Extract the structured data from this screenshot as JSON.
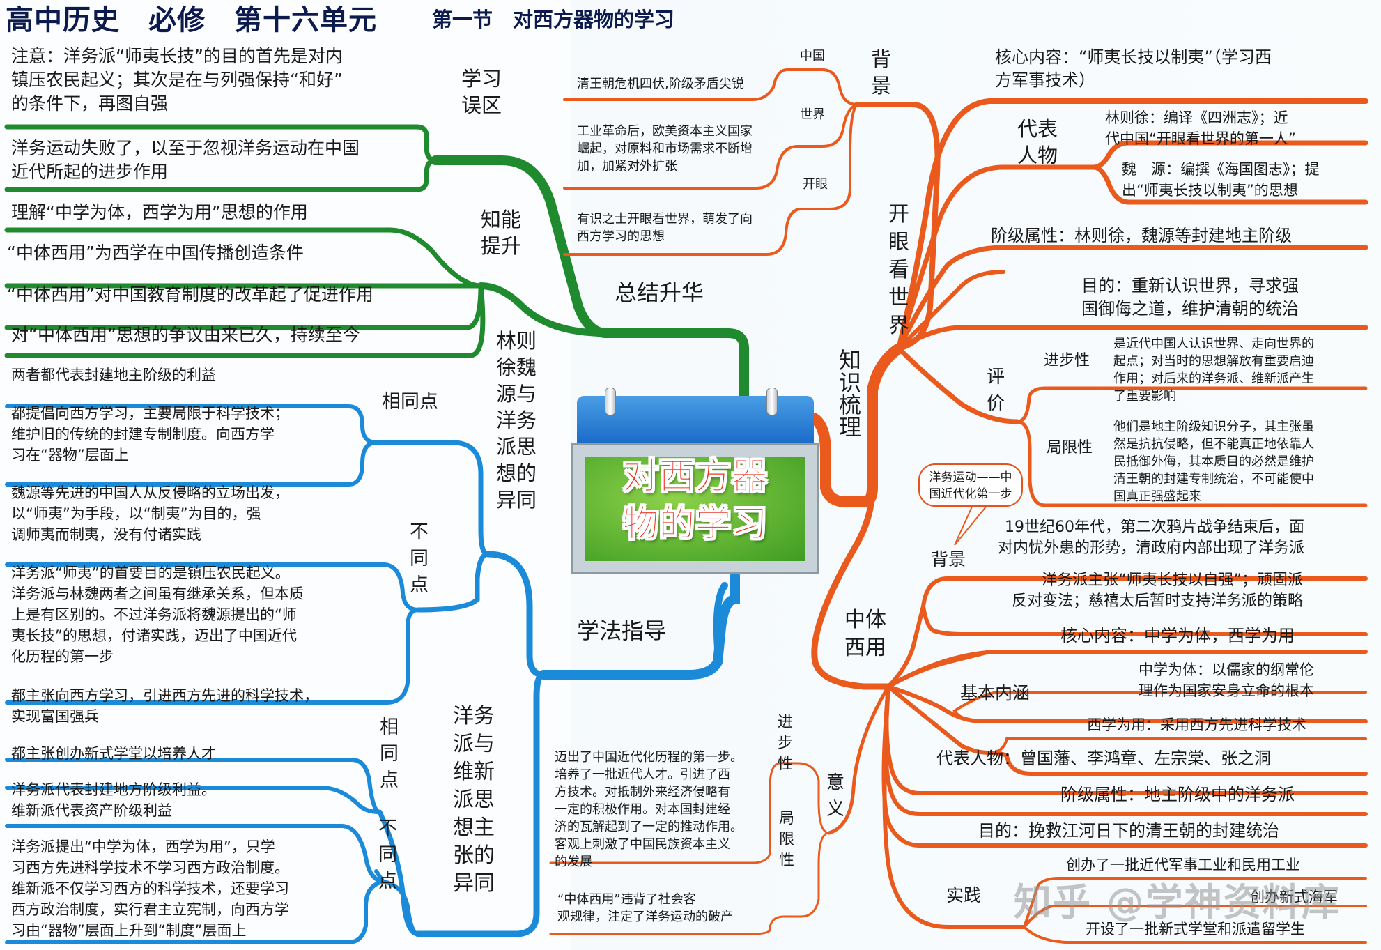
{
  "header": {
    "title_main": "高中历史　必修　第十六单元",
    "title_sub": "第一节　对西方器物的学习"
  },
  "center": {
    "topic_line1": "对西方器",
    "topic_line2": "物的学习"
  },
  "branches": {
    "summary": "总结升华",
    "method": "学法指导",
    "knowledge": "知识梳理"
  },
  "summary_branch": {
    "pitfall_label": "学习\n误区",
    "pitfall_items": [
      "注意：洋务派“师夷长技”的目的首先是对内\n镇压农民起义；其次是在与列强保持“和好”\n的条件下，再图自强",
      "洋务运动失败了，以至于忽视洋务运动在中国\n近代所起的进步作用"
    ],
    "ability_label": "知能\n提升",
    "ability_items": [
      "理解“中学为体，西学为用”思想的作用",
      "“中体西用”为西学在中国传播创造条件",
      "“中体西用”对中国教育制度的改革起了促进作用",
      "对“中体西用”思想的争议由来已久，持续至今"
    ]
  },
  "method_branch": {
    "compare1_label": "林则\n徐魏\n源与\n洋务\n派思\n想的\n异同",
    "compare1_same_label": "相同点",
    "compare1_same_items": [
      "两者都代表封建地主阶级的利益",
      "都提倡向西方学习，主要局限于科学技术；\n维护旧的传统的封建专制制度。向西方学\n习在“器物”层面上"
    ],
    "compare1_diff_label": "不\n同\n点",
    "compare1_diff_items": [
      "魏源等先进的中国人从反侵略的立场出发，\n以“师夷”为手段，以“制夷”为目的，强\n调师夷而制夷，没有付诸实践",
      "洋务派“师夷”的首要目的是镇压农民起义。\n洋务派与林魏两者之间虽有继承关系，但本质\n上是有区别的。不过洋务派将魏源提出的“师\n夷长技”的思想，付诸实践，迈出了中国近代\n化历程的第一步"
    ],
    "compare2_label": "洋务\n派与\n维新\n派思\n想主\n张的\n异同",
    "compare2_same_label": "相\n同\n点",
    "compare2_same_items": [
      "都主张向西方学习，引进西方先进的科学技术，\n实现富国强兵",
      "都主张创办新式学堂以培养人才"
    ],
    "compare2_diff_label": "不\n同\n点",
    "compare2_diff_items": [
      "洋务派代表封建地方阶级利益。\n维新派代表资产阶级利益",
      "洋务派提出“中学为体，西学为用”，只学\n习西方先进科学技术不学习西方政治制度。\n维新派不仅学习西方的科学技术，还要学习\n西方政治制度，实行君主立宪制，向西方学\n习由“器物”层面上升到“制度”层面上"
    ]
  },
  "knowledge_branch": {
    "open_eyes_label": "开\n眼\n看\n世\n界",
    "background_label": "背\n景",
    "background_items": [
      {
        "label": "中国",
        "text": "清王朝危机四伏,阶级矛盾尖锐"
      },
      {
        "label": "世界",
        "text": "工业革命后，欧美资本主义国家\n崛起，对原料和市场需求不断增\n加，加紧对外扩张"
      },
      {
        "label": "开眼",
        "text": "有识之士开眼看世界，萌发了向\n西方学习的思想"
      }
    ],
    "core_content": "核心内容：“师夷长技以制夷”（学习西\n方军事技术）",
    "figures_label": "代表\n人物",
    "figures": [
      "林则徐：编译《四洲志》；近\n代中国“开眼看世界的第一人”",
      "魏　源：编撰《海国图志》；提\n出“师夷长技以制夷”的思想"
    ],
    "class_attr": "阶级属性：林则徐，魏源等封建地主阶级",
    "purpose": "目的：重新认识世界，寻求强\n国御侮之道，维护清朝的统治",
    "evaluation_label": "评\n价",
    "progressive_label": "进步性",
    "progressive_text": "是近代中国人认识世界、走向世界的\n起点；对当时的思想解放有重要启迪\n作用；对后来的洋务派、维新派产生\n了重要影响",
    "limitation_label": "局限性",
    "limitation_text": "他们是地主阶级知识分子，其主张虽\n然是抗抗侵略，但不能真正地依靠人\n民抵御外侮，其本质目的必然是维护\n清王朝的封建专制统治，不可能使中\n国真正强盛起来",
    "callout": "洋务运动——中\n国近代化第一步",
    "zhongti_label": "中体\n西用",
    "zt_background_label": "背景",
    "zt_background_items": [
      "19世纪60年代，第二次鸦片战争结束后，面\n对内忧外患的形势，清政府内部出现了洋务派",
      "洋务派主张“师夷长技以自强”；顽固派\n反对变法；慈禧太后暂时支持洋务派的策略"
    ],
    "zt_core": "核心内容：中学为体，西学为用",
    "zt_basic_label": "基本内涵",
    "zt_basic_items": [
      "中学为体：以儒家的纲常伦\n理作为国家安身立命的根本",
      "西学为用：采用西方先进科学技术"
    ],
    "zt_figures": "代表人物：曾国藩、李鸿章、左宗棠、张之洞",
    "zt_class": "阶级属性：地主阶级中的洋务派",
    "zt_purpose": "目的：挽救江河日下的清王朝的封建统治",
    "practice_label": "实践",
    "practice_items": [
      "创办了一批近代军事工业和民用工业",
      "创办新式海军",
      "开设了一批新式学堂和派遣留学生"
    ],
    "significance_label": "意\n义",
    "sig_progress_label": "进\n步\n性",
    "sig_progress_text": "迈出了中国近代化历程的第一步。\n培养了一批近代人才。引进了西\n方技术。对抵制外来经济侵略有\n一定的积极作用。对本国封建经\n济的瓦解起到了一定的推动作用。\n客观上刺激了中国民族资本主义\n的发展",
    "sig_limit_label": "局\n限\n性",
    "sig_limit_text": "“中体西用”违背了社会客\n观规律，注定了洋务运动的破产"
  },
  "watermark": "知乎 @学神资料库",
  "colors": {
    "green": "#1f8a2e",
    "blue": "#1b8ad8",
    "orange": "#ea5a1c",
    "title": "#0c1a4e"
  }
}
